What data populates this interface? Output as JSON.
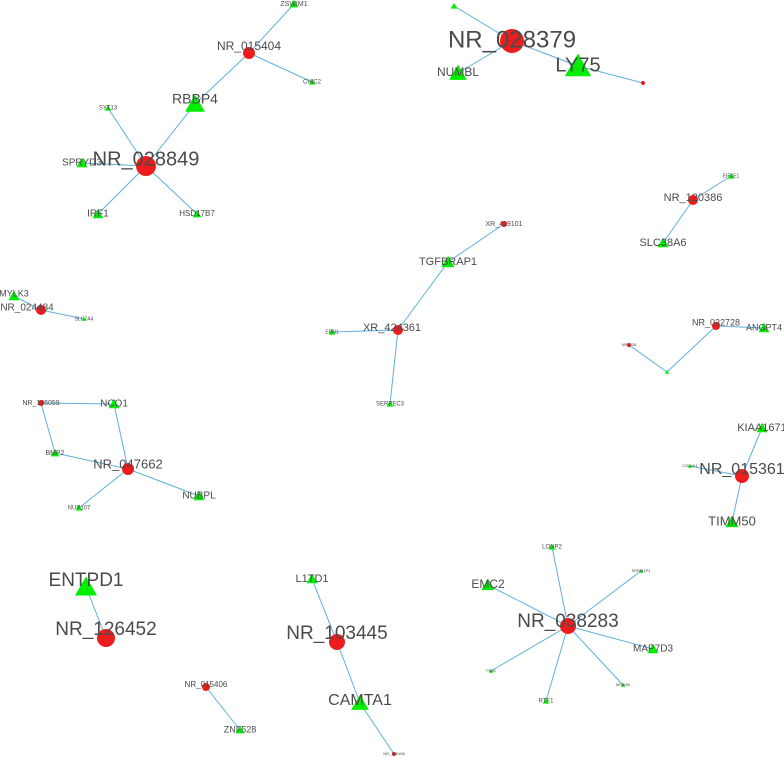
{
  "network": {
    "colors": {
      "lncrna": "#ee1c1c",
      "mrna": "#00ee00",
      "edge": "#5fb0dc",
      "label": "#4a4a4a"
    },
    "nodes": [
      {
        "id": "n1",
        "label": "NR_028379",
        "shape": "circle"
      },
      {
        "id": "n2",
        "label": "LY75",
        "shape": "triangle"
      },
      {
        "id": "n3",
        "label": "NUMBL",
        "shape": "triangle"
      },
      {
        "id": "n4",
        "label": "",
        "shape": "triangle"
      },
      {
        "id": "n5",
        "label": "",
        "shape": "circle"
      },
      {
        "id": "n6",
        "label": "NR_015404",
        "shape": "circle"
      },
      {
        "id": "n7",
        "label": "ZSWIM1",
        "shape": "triangle"
      },
      {
        "id": "n8",
        "label": "CHIC2",
        "shape": "triangle"
      },
      {
        "id": "n9",
        "label": "RBBP4",
        "shape": "triangle"
      },
      {
        "id": "n10",
        "label": "NR_028849",
        "shape": "circle"
      },
      {
        "id": "n11",
        "label": "SYT13",
        "shape": "triangle"
      },
      {
        "id": "n12",
        "label": "SPRYD3",
        "shape": "triangle"
      },
      {
        "id": "n13",
        "label": "IRF1",
        "shape": "triangle"
      },
      {
        "id": "n14",
        "label": "HSD17B7",
        "shape": "triangle"
      },
      {
        "id": "n15",
        "label": "NR_120386",
        "shape": "circle"
      },
      {
        "id": "n16",
        "label": "EIF4E1",
        "shape": "triangle"
      },
      {
        "id": "n17",
        "label": "SLC38A6",
        "shape": "triangle"
      },
      {
        "id": "n18",
        "label": "XR_429101",
        "shape": "circle"
      },
      {
        "id": "n19",
        "label": "TGFBRAP1",
        "shape": "triangle"
      },
      {
        "id": "n20",
        "label": "XR_424361",
        "shape": "circle"
      },
      {
        "id": "n21",
        "label": "ERN1",
        "shape": "triangle"
      },
      {
        "id": "n22",
        "label": "SERPEC3",
        "shape": "triangle"
      },
      {
        "id": "n23",
        "label": "MYLK3",
        "shape": "triangle"
      },
      {
        "id": "n24",
        "label": "NR_024484",
        "shape": "circle"
      },
      {
        "id": "n25",
        "label": "SLC7A4",
        "shape": "triangle"
      },
      {
        "id": "n26",
        "label": "NR_032728",
        "shape": "circle"
      },
      {
        "id": "n27",
        "label": "ANGPT4",
        "shape": "triangle"
      },
      {
        "id": "n28",
        "label": "",
        "shape": "triangle"
      },
      {
        "id": "n29",
        "label": "NR_026",
        "shape": "circle"
      },
      {
        "id": "n30",
        "label": "NR_126059",
        "shape": "circle"
      },
      {
        "id": "n31",
        "label": "NCO1",
        "shape": "triangle"
      },
      {
        "id": "n32",
        "label": "BMP2",
        "shape": "triangle"
      },
      {
        "id": "n33",
        "label": "NR_047662",
        "shape": "circle"
      },
      {
        "id": "n34",
        "label": "NUP107",
        "shape": "triangle"
      },
      {
        "id": "n35",
        "label": "NUBPL",
        "shape": "triangle"
      },
      {
        "id": "n36",
        "label": "KIAA1671",
        "shape": "triangle"
      },
      {
        "id": "n37",
        "label": "COL4A1",
        "shape": "triangle"
      },
      {
        "id": "n38",
        "label": "NR_015361",
        "shape": "circle"
      },
      {
        "id": "n39",
        "label": "TIMM50",
        "shape": "triangle"
      },
      {
        "id": "n40",
        "label": "ENTPD1",
        "shape": "triangle"
      },
      {
        "id": "n41",
        "label": "NR_126452",
        "shape": "circle"
      },
      {
        "id": "n42",
        "label": "L1TD1",
        "shape": "triangle"
      },
      {
        "id": "n43",
        "label": "NR_103445",
        "shape": "circle"
      },
      {
        "id": "n44",
        "label": "CAMTA1",
        "shape": "triangle"
      },
      {
        "id": "n45",
        "label": "NR_125158",
        "shape": "circle"
      },
      {
        "id": "n46",
        "label": "NR_015406",
        "shape": "circle"
      },
      {
        "id": "n47",
        "label": "ZNF528",
        "shape": "triangle"
      },
      {
        "id": "n48",
        "label": "NR_038283",
        "shape": "circle"
      },
      {
        "id": "n49",
        "label": "LONP2",
        "shape": "triangle"
      },
      {
        "id": "n50",
        "label": "SRRM1P1",
        "shape": "triangle"
      },
      {
        "id": "n51",
        "label": "EMC2",
        "shape": "triangle"
      },
      {
        "id": "n52",
        "label": "MAP7D3",
        "shape": "triangle"
      },
      {
        "id": "n53",
        "label": "PIGA",
        "shape": "triangle"
      },
      {
        "id": "n54",
        "label": "RTF1",
        "shape": "triangle"
      },
      {
        "id": "n55",
        "label": "MOB3B",
        "shape": "triangle"
      }
    ],
    "edges": [
      [
        "n1",
        "n3"
      ],
      [
        "n1",
        "n2"
      ],
      [
        "n1",
        "n4"
      ],
      [
        "n2",
        "n5"
      ],
      [
        "n6",
        "n7"
      ],
      [
        "n6",
        "n8"
      ],
      [
        "n6",
        "n9"
      ],
      [
        "n9",
        "n10"
      ],
      [
        "n10",
        "n11"
      ],
      [
        "n10",
        "n12"
      ],
      [
        "n10",
        "n13"
      ],
      [
        "n10",
        "n14"
      ],
      [
        "n15",
        "n16"
      ],
      [
        "n15",
        "n17"
      ],
      [
        "n18",
        "n19"
      ],
      [
        "n19",
        "n20"
      ],
      [
        "n20",
        "n21"
      ],
      [
        "n20",
        "n22"
      ],
      [
        "n23",
        "n24"
      ],
      [
        "n24",
        "n25"
      ],
      [
        "n26",
        "n27"
      ],
      [
        "n26",
        "n28"
      ],
      [
        "n28",
        "n29"
      ],
      [
        "n30",
        "n31"
      ],
      [
        "n30",
        "n32"
      ],
      [
        "n31",
        "n33"
      ],
      [
        "n32",
        "n33"
      ],
      [
        "n33",
        "n34"
      ],
      [
        "n33",
        "n35"
      ],
      [
        "n36",
        "n38"
      ],
      [
        "n37",
        "n38"
      ],
      [
        "n38",
        "n39"
      ],
      [
        "n40",
        "n41"
      ],
      [
        "n42",
        "n43"
      ],
      [
        "n43",
        "n44"
      ],
      [
        "n44",
        "n45"
      ],
      [
        "n46",
        "n47"
      ],
      [
        "n48",
        "n49"
      ],
      [
        "n48",
        "n50"
      ],
      [
        "n48",
        "n51"
      ],
      [
        "n48",
        "n52"
      ],
      [
        "n48",
        "n53"
      ],
      [
        "n48",
        "n54"
      ],
      [
        "n48",
        "n55"
      ]
    ]
  }
}
